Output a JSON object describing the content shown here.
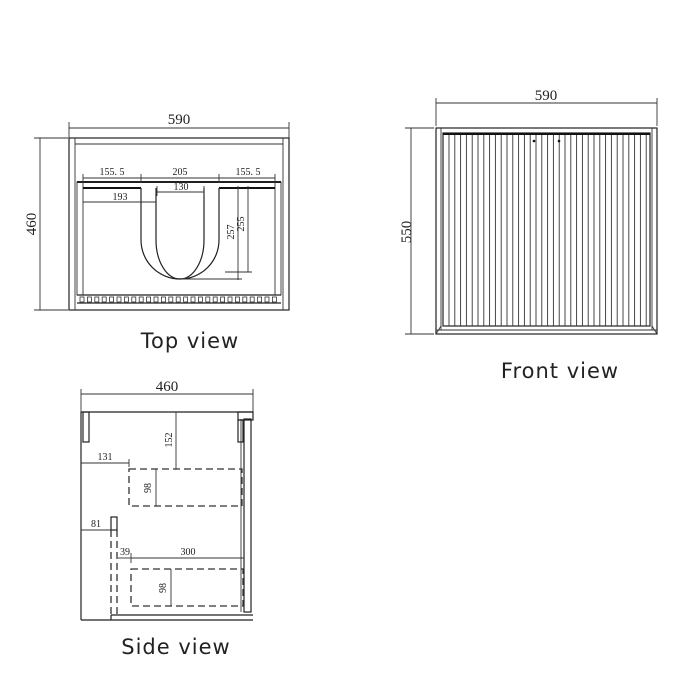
{
  "drawing": {
    "background": "#ffffff",
    "line_color": "#222222",
    "units": "mm"
  },
  "top_view": {
    "caption": "Top view",
    "width": "590",
    "depth": "460",
    "basin_left_offset": "155. 5",
    "basin_width": "205",
    "basin_right_offset": "155. 5",
    "drain_gap": "130",
    "left_to_basin": "193",
    "basin_depth_outer": "257",
    "basin_depth_inner": "255"
  },
  "front_view": {
    "caption": "Front view",
    "width": "590",
    "height": "550"
  },
  "side_view": {
    "caption": "Side view",
    "depth": "460",
    "upper_drawer_top_gap": "152",
    "upper_drawer_offset": "131",
    "upper_drawer_height": "98",
    "lower_panel_offset": "81",
    "lower_drawer_offset": "39",
    "lower_drawer_length": "300",
    "lower_drawer_height": "98"
  }
}
